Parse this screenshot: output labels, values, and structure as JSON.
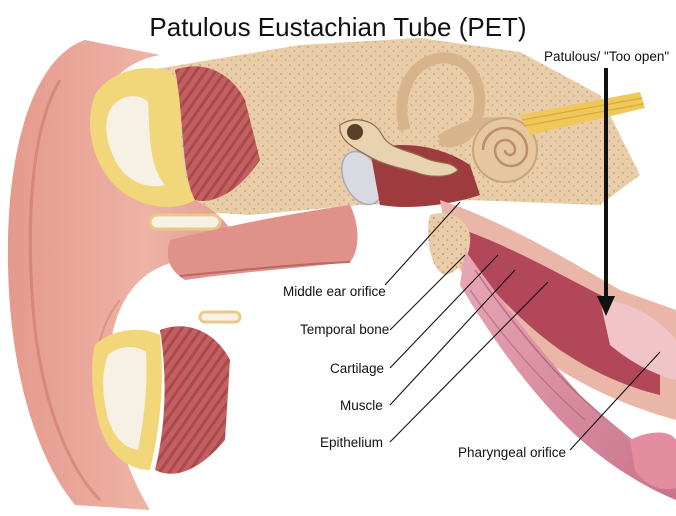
{
  "title": "Patulous Eustachian Tube (PET)",
  "labels": {
    "patulous": "Patulous/ \"Too open\"",
    "middle_ear_orifice": "Middle ear orifice",
    "temporal_bone": "Temporal bone",
    "cartilage": "Cartilage",
    "muscle": "Muscle",
    "epithelium": "Epithelium",
    "pharyngeal_orifice": "Pharyngeal orifice"
  },
  "colors": {
    "skin": "#e8a294",
    "skin_shadow": "#c97a6c",
    "bone": "#e9cda8",
    "bone_dots": "#c9a57f",
    "muscle": "#c35f60",
    "fat": "#f2d67a",
    "tube": "#d98a9e",
    "line": "#111111"
  }
}
